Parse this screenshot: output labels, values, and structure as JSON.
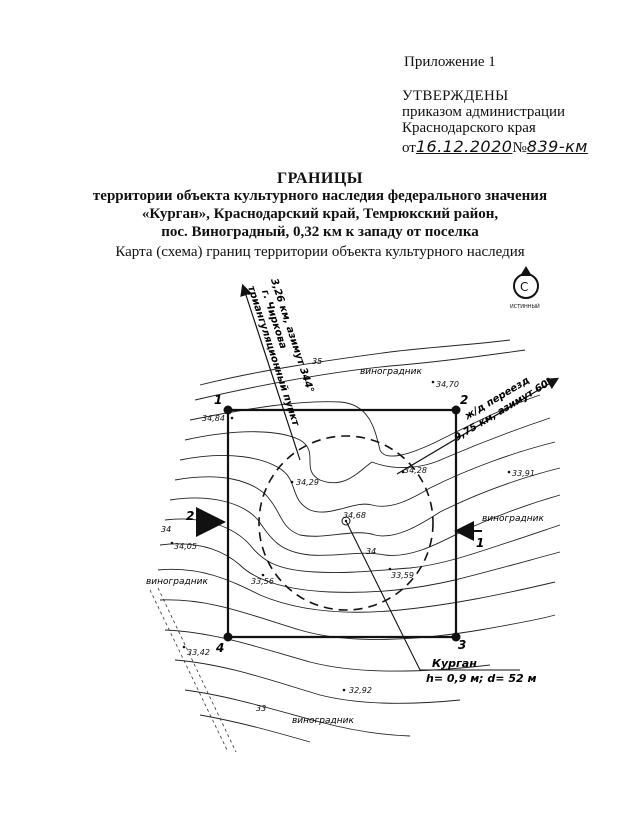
{
  "header": {
    "appendix": "Приложение 1",
    "approved": "УТВЕРЖДЕНЫ",
    "order_line1": "приказом администрации",
    "order_line2": "Краснодарского края",
    "date_prefix": "от",
    "date_value": "16.12.2020",
    "number_sign": "№",
    "number_value": "839-км"
  },
  "title": {
    "heading": "ГРАНИЦЫ",
    "line1": "территории объекта культурного наследия федерального значения",
    "line2": "«Курган», Краснодарский край, Темрюкский район,",
    "line3": "пос. Виноградный, 0,32 км к западу от поселка"
  },
  "map": {
    "caption": "Карта (схема) границ территории объекта культурного наследия",
    "compass_symbol": "С",
    "compass_label": "ИСТИННЫЙ",
    "vineyard_label": "виноградник",
    "triangulation_line1": "триангуляционный пункт",
    "triangulation_line2": "г. Чиркова",
    "triangulation_line3": "3,26 км, азимут 344°",
    "railway_line1": "ж/д переезд",
    "railway_line2": "9,75 км, азимут 60°",
    "kurgan_name": "Курган",
    "kurgan_dims": "h= 0,9 м; d= 52 м",
    "corners": [
      "1",
      "2",
      "3",
      "4"
    ],
    "view_points": [
      "1",
      "2"
    ],
    "contour_labels": [
      "35",
      "34",
      "34",
      "33"
    ],
    "elevations": [
      "34,84",
      "34,70",
      "34,28",
      "33,91",
      "34,29",
      "34,68",
      "34,05",
      "33,56",
      "33,59",
      "33,42",
      "32,92"
    ],
    "colors": {
      "ink": "#111111",
      "paper": "#ffffff"
    }
  }
}
